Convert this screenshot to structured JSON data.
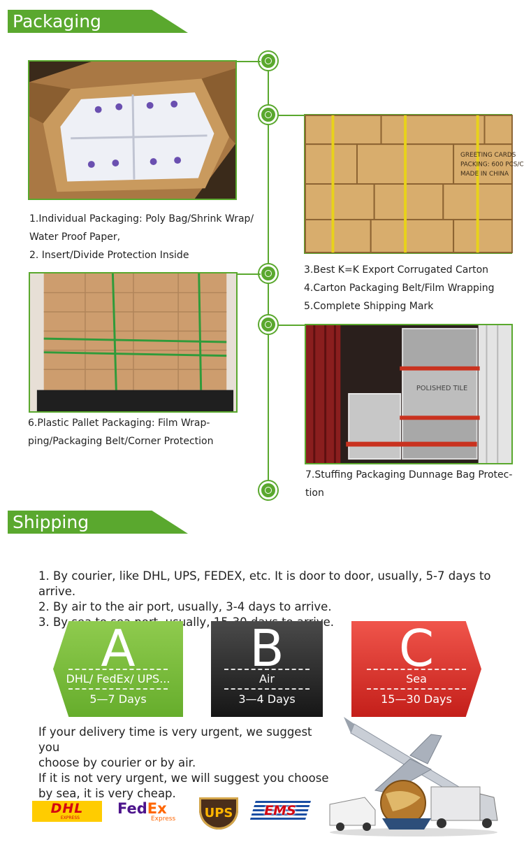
{
  "packaging": {
    "title": "Packaging",
    "items": [
      {
        "caption": [
          "1.Individual Packaging: Poly Bag/Shrink Wrap/",
          "Water Proof Paper,",
          "2. Insert/Divide Protection Inside"
        ],
        "photo": "open carton of wrapped greeting cards"
      },
      {
        "caption": [
          "3.Best K=K Export Corrugated Carton",
          "4.Carton Packaging Belt/Film Wrapping",
          "5.Complete Shipping Mark"
        ],
        "photo": "stacked export cartons",
        "carton_text": [
          "GREETING CARDS",
          "PACKING: 600 PCS/C",
          "MADE IN CHINA"
        ]
      },
      {
        "caption": [
          "6.Plastic Pallet Packaging: Film Wrap-",
          "ping/Packaging Belt/Corner Protection"
        ],
        "photo": "film-wrapped pallet"
      },
      {
        "caption": [
          "7.Stuffing Packaging Dunnage Bag Protec-",
          "tion"
        ],
        "photo": "container loaded with pallets",
        "pallet_text": "POLISHED TILE"
      }
    ]
  },
  "shipping": {
    "title": "Shipping",
    "methods_list": [
      "1. By courier, like DHL, UPS, FEDEX, etc. It is door to door, usually, 5-7 days to arrive.",
      "2. By air to the air port, usually, 3-4 days to arrive.",
      "3. By sea to sea port, usually, 15-30 days to arrive."
    ],
    "tiles": [
      {
        "letter": "A",
        "method": "DHL/ FedEx/ UPS...",
        "days": "5—7 Days",
        "color": "#6cb232"
      },
      {
        "letter": "B",
        "method": "Air",
        "days": "3—4 Days",
        "color": "#2a2a2a"
      },
      {
        "letter": "C",
        "method": "Sea",
        "days": "15—30 Days",
        "color": "#e03b33"
      }
    ],
    "advice": [
      "If your delivery time is very urgent, we suggest you",
      "choose by courier or by air.",
      "If it is not very urgent, we will suggest you choose",
      "by sea, it is very cheap."
    ],
    "logos": {
      "dhl": {
        "name": "DHL",
        "sub": "EXPRESS"
      },
      "fedex": {
        "fed": "Fed",
        "ex": "Ex",
        "sub": "Express"
      },
      "ups": {
        "name": "UPS"
      },
      "ems": {
        "name": "EMS"
      }
    }
  },
  "colors": {
    "accent": "#5aa82e",
    "dhl_yellow": "#ffcc00",
    "dhl_red": "#d40511",
    "fedex_purple": "#4d148c",
    "fedex_orange": "#ff6600",
    "ups_brown": "#4b2e1a",
    "ems_blue": "#1b4ea3"
  }
}
